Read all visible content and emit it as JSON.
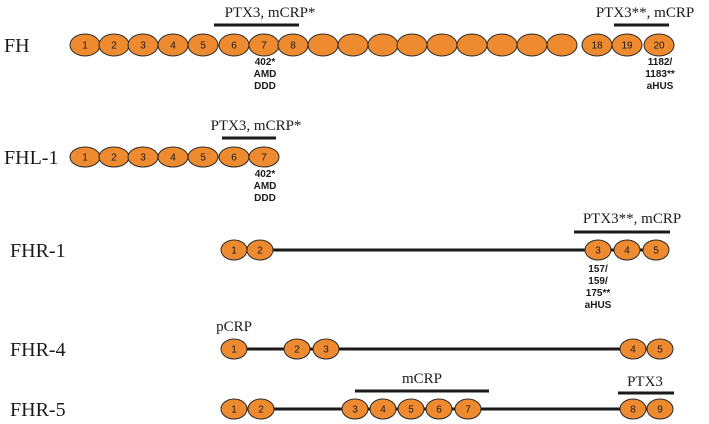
{
  "colors": {
    "domain_fill": "#ee8a2f",
    "line": "#1a1a1a",
    "text": "#1a1a1a"
  },
  "rows": [
    {
      "label": "FH",
      "domains": [
        "1",
        "2",
        "3",
        "4",
        "5",
        "6",
        "7",
        "8",
        "",
        "",
        "",
        "",
        "",
        "",
        "",
        "",
        "",
        "18",
        "19",
        "20"
      ],
      "notes": [
        {
          "lines": [
            "402*",
            "AMD",
            "DDD"
          ]
        },
        {
          "lines": [
            "1182/",
            "1183**",
            "aHUS"
          ]
        }
      ],
      "bars": [
        {
          "label": "PTX3, mCRP*"
        },
        {
          "label": "PTX3**, mCRP"
        }
      ]
    },
    {
      "label": "FHL-1",
      "domains": [
        "1",
        "2",
        "3",
        "4",
        "5",
        "6",
        "7"
      ],
      "notes": [
        {
          "lines": [
            "402*",
            "AMD",
            "DDD"
          ]
        }
      ],
      "bars": [
        {
          "label": "PTX3, mCRP*"
        }
      ]
    },
    {
      "label": "FHR-1",
      "domains": [
        "1",
        "2",
        "3",
        "4",
        "5"
      ],
      "notes": [
        {
          "lines": [
            "157/",
            "159/",
            "175**",
            "aHUS"
          ]
        }
      ],
      "bars": [
        {
          "label": "PTX3**, mCRP"
        }
      ]
    },
    {
      "label": "FHR-4",
      "domains": [
        "1",
        "2",
        "3",
        "4",
        "5"
      ],
      "notes": [],
      "bars": [
        {
          "label": "pCRP"
        }
      ]
    },
    {
      "label": "FHR-5",
      "domains": [
        "1",
        "2",
        "3",
        "4",
        "5",
        "6",
        "7",
        "8",
        "9"
      ],
      "notes": [],
      "bars": [
        {
          "label": "mCRP"
        },
        {
          "label": "PTX3"
        }
      ]
    }
  ]
}
